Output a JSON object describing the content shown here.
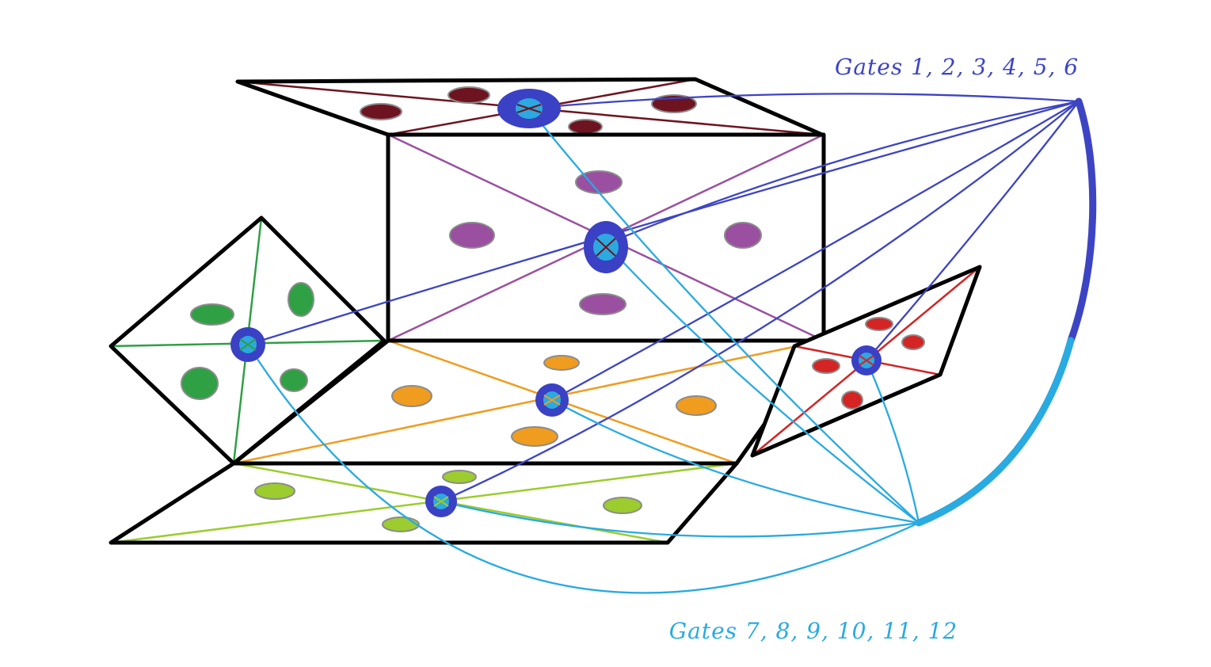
{
  "diagram": {
    "labels": {
      "gates_top": "Gates 1, 2, 3, 4, 5, 6",
      "gates_bottom": "Gates 7, 8, 9, 10, 11, 12"
    },
    "colors": {
      "background": "#ffffff",
      "face_outline": "#000000",
      "pip_stroke": "#8c8c8c",
      "gates_top_label": "#3d44c3",
      "gates_bottom_label": "#29aae1",
      "gates_top_curves": "#3d44c3",
      "gates_bottom_curves": "#29aae1",
      "hub_outer": "#3a41c4",
      "hub_inner": "#2ba9e0",
      "top_face": "#6e1420",
      "front_face": "#9b4fa0",
      "left_face": "#2fa044",
      "middle_face": "#f09c1e",
      "bottom_face": "#9ccc2e",
      "right_face": "#d42424"
    },
    "faces": [
      {
        "id": "top",
        "pips": 4,
        "pip_color_name": "dark-maroon"
      },
      {
        "id": "front",
        "pips": 4,
        "pip_color_name": "purple"
      },
      {
        "id": "left",
        "pips": 4,
        "pip_color_name": "green"
      },
      {
        "id": "middle",
        "pips": 4,
        "pip_color_name": "orange"
      },
      {
        "id": "bottom",
        "pips": 4,
        "pip_color_name": "yellow-green"
      },
      {
        "id": "right",
        "pips": 4,
        "pip_color_name": "red"
      }
    ]
  }
}
